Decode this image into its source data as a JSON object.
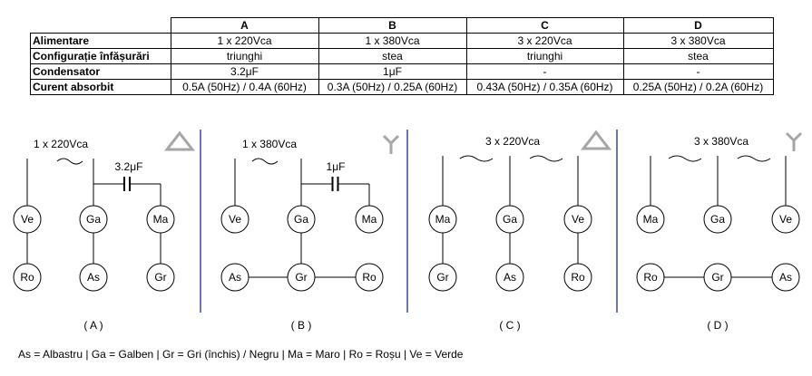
{
  "table": {
    "columns": [
      "A",
      "B",
      "C",
      "D"
    ],
    "rows": [
      {
        "label": "Alimentare",
        "values": [
          "1 x 220Vca",
          "1 x 380Vca",
          "3 x 220Vca",
          "3 x 380Vca"
        ]
      },
      {
        "label": "Configurație înfășurări",
        "values": [
          "triunghi",
          "stea",
          "triunghi",
          "stea"
        ]
      },
      {
        "label": "Condensator",
        "values": [
          "3.2μF",
          "1μF",
          "-",
          "-"
        ]
      },
      {
        "label": "Curent absorbit",
        "values": [
          "0.5A (50Hz) / 0.4A (60Hz)",
          "0.3A (50Hz) / 0.25A (60Hz)",
          "0.43A (50Hz) / 0.35A (60Hz)",
          "0.25A (50Hz) / 0.2A (60Hz)"
        ]
      }
    ]
  },
  "diagrams": {
    "A": {
      "supply": "1 x 220Vca",
      "capacitor": "3.2μF",
      "caption": "( A )",
      "top": [
        "Ve",
        "Ga",
        "Ma"
      ],
      "bottom": [
        "Ro",
        "As",
        "Gr"
      ]
    },
    "B": {
      "supply": "1 x 380Vca",
      "capacitor": "1μF",
      "caption": "( B )",
      "top": [
        "Ve",
        "Ga",
        "Ma"
      ],
      "bottom": [
        "As",
        "Gr",
        "Ro"
      ]
    },
    "C": {
      "supply": "3 x 220Vca",
      "caption": "( C )",
      "top": [
        "Ma",
        "Ga",
        "Ve"
      ],
      "bottom": [
        "Gr",
        "As",
        "Ro"
      ]
    },
    "D": {
      "supply": "3 x 380Vca",
      "caption": "( D )",
      "top": [
        "Ma",
        "Ga",
        "Ve"
      ],
      "bottom": [
        "Ro",
        "Gr",
        "As"
      ]
    }
  },
  "legend": "As = Albastru  |  Ga = Galben  |  Gr = Gri (închis) / Negru  |  Ma = Maro  |  Ro = Roșu  |  Ve = Verde",
  "colors": {
    "separator": "#1f2a8a",
    "symbol": "#a6a6a6",
    "line": "#000000"
  }
}
